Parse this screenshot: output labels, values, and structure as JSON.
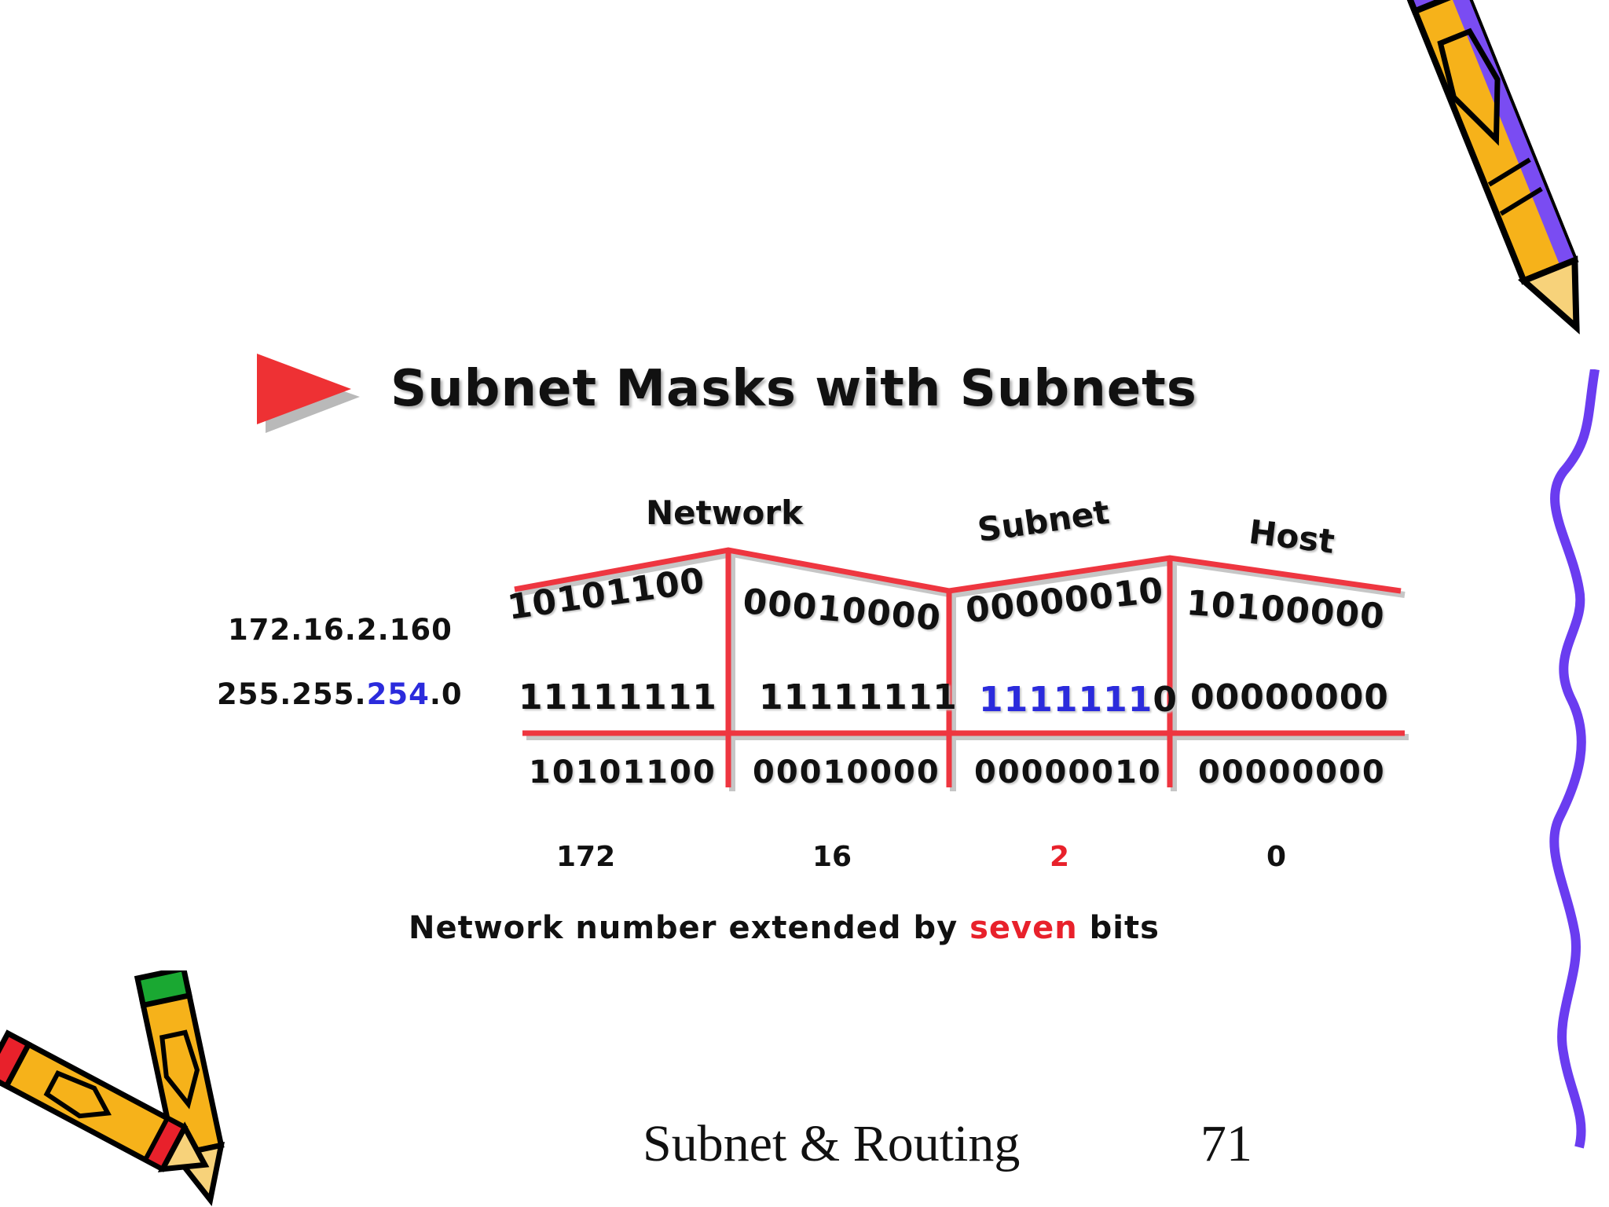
{
  "slide": {
    "title": "Subnet Masks with Subnets",
    "footer_title": "Subnet & Routing",
    "page_number": "71"
  },
  "diagram": {
    "headers": {
      "network": "Network",
      "subnet": "Subnet",
      "host": "Host"
    },
    "ip_label": "172.16.2.160",
    "mask_label": {
      "prefix": "255.255.",
      "highlight": "254",
      "suffix": ".0"
    },
    "ip_bits": [
      "10101100",
      "00010000",
      "00000010",
      "10100000"
    ],
    "mask_bits": [
      "11111111",
      "11111111",
      "11111110",
      "00000000"
    ],
    "mask_bits_highlight": {
      "blue_part": "1111111",
      "rest": "0"
    },
    "result_bits": [
      "10101100",
      "00010000",
      "00000010",
      "00000000"
    ],
    "decimals": [
      "172",
      "16",
      "2",
      "0"
    ],
    "caption": {
      "before": "Network number extended by ",
      "highlight": "seven",
      "after": " bits"
    }
  },
  "colors": {
    "accent_red": "#e8212b",
    "accent_blue": "#2b2bdc",
    "border_purple": "#6a3cf0"
  }
}
